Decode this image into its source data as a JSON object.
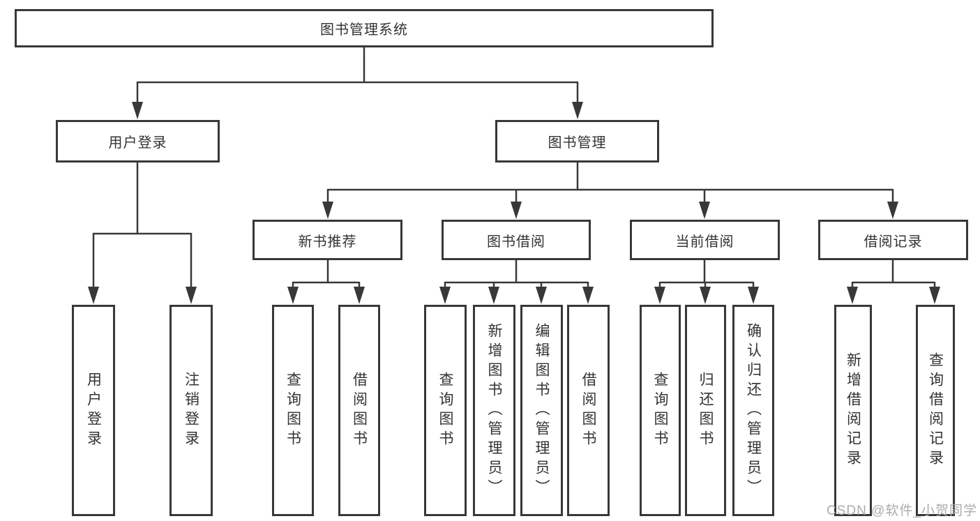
{
  "tree": {
    "label": "图书管理系统",
    "children": [
      {
        "label": "用户登录",
        "children": [
          {
            "label": "用户登录"
          },
          {
            "label": "注销登录"
          }
        ]
      },
      {
        "label": "图书管理",
        "children": [
          {
            "label": "新书推荐",
            "children": [
              {
                "label": "查询图书"
              },
              {
                "label": "借阅图书"
              }
            ]
          },
          {
            "label": "图书借阅",
            "children": [
              {
                "label": "查询图书"
              },
              {
                "label": "新增图书（管理员）"
              },
              {
                "label": "编辑图书（管理员）"
              },
              {
                "label": "借阅图书"
              }
            ]
          },
          {
            "label": "当前借阅",
            "children": [
              {
                "label": "查询图书"
              },
              {
                "label": "归还图书"
              },
              {
                "label": "确认归还（管理员）"
              }
            ]
          },
          {
            "label": "借阅记录",
            "children": [
              {
                "label": "新增借阅记录"
              },
              {
                "label": "查询借阅记录"
              }
            ]
          }
        ]
      }
    ]
  },
  "watermark": {
    "text": "CSDN @软件_小贺同学"
  },
  "colors": {
    "line": "#383838",
    "box_border": "#383838",
    "box_background": "#ffffff",
    "text": "#333333",
    "watermark": "#ababab",
    "background": "#ffffff"
  }
}
